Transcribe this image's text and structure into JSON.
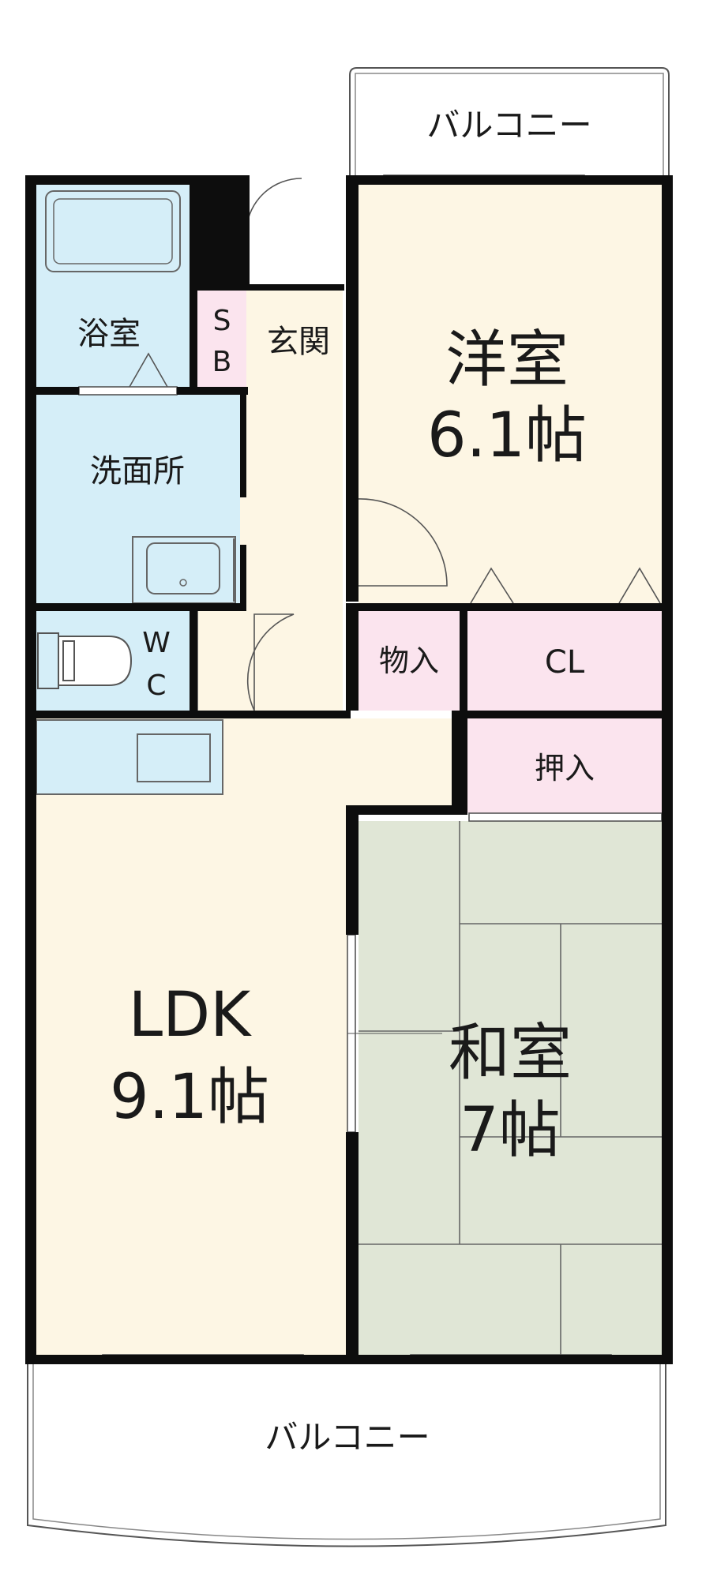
{
  "balcony_top": "バルコニー",
  "balcony_bottom": "バルコニー",
  "rooms": {
    "western": {
      "name": "洋室",
      "size": "6.1帖"
    },
    "ldk": {
      "name": "LDK",
      "size": "9.1帖"
    },
    "japanese": {
      "name": "和室",
      "size": "7帖"
    },
    "bath": "浴室",
    "washroom": "洗面所",
    "entrance": "玄関",
    "shoe_box_top": "S",
    "shoe_box_bottom": "B",
    "wc_top": "W",
    "wc_bottom": "C",
    "storage": "物入",
    "closet": "CL",
    "oshiire": "押入"
  },
  "colors": {
    "wall": "#0d0d0d",
    "wet_area": "#d5eef8",
    "living": "#fdf6e4",
    "storage": "#fbe4ee",
    "tatami": "#e0e6d6",
    "outdoor": "#ffffff"
  }
}
